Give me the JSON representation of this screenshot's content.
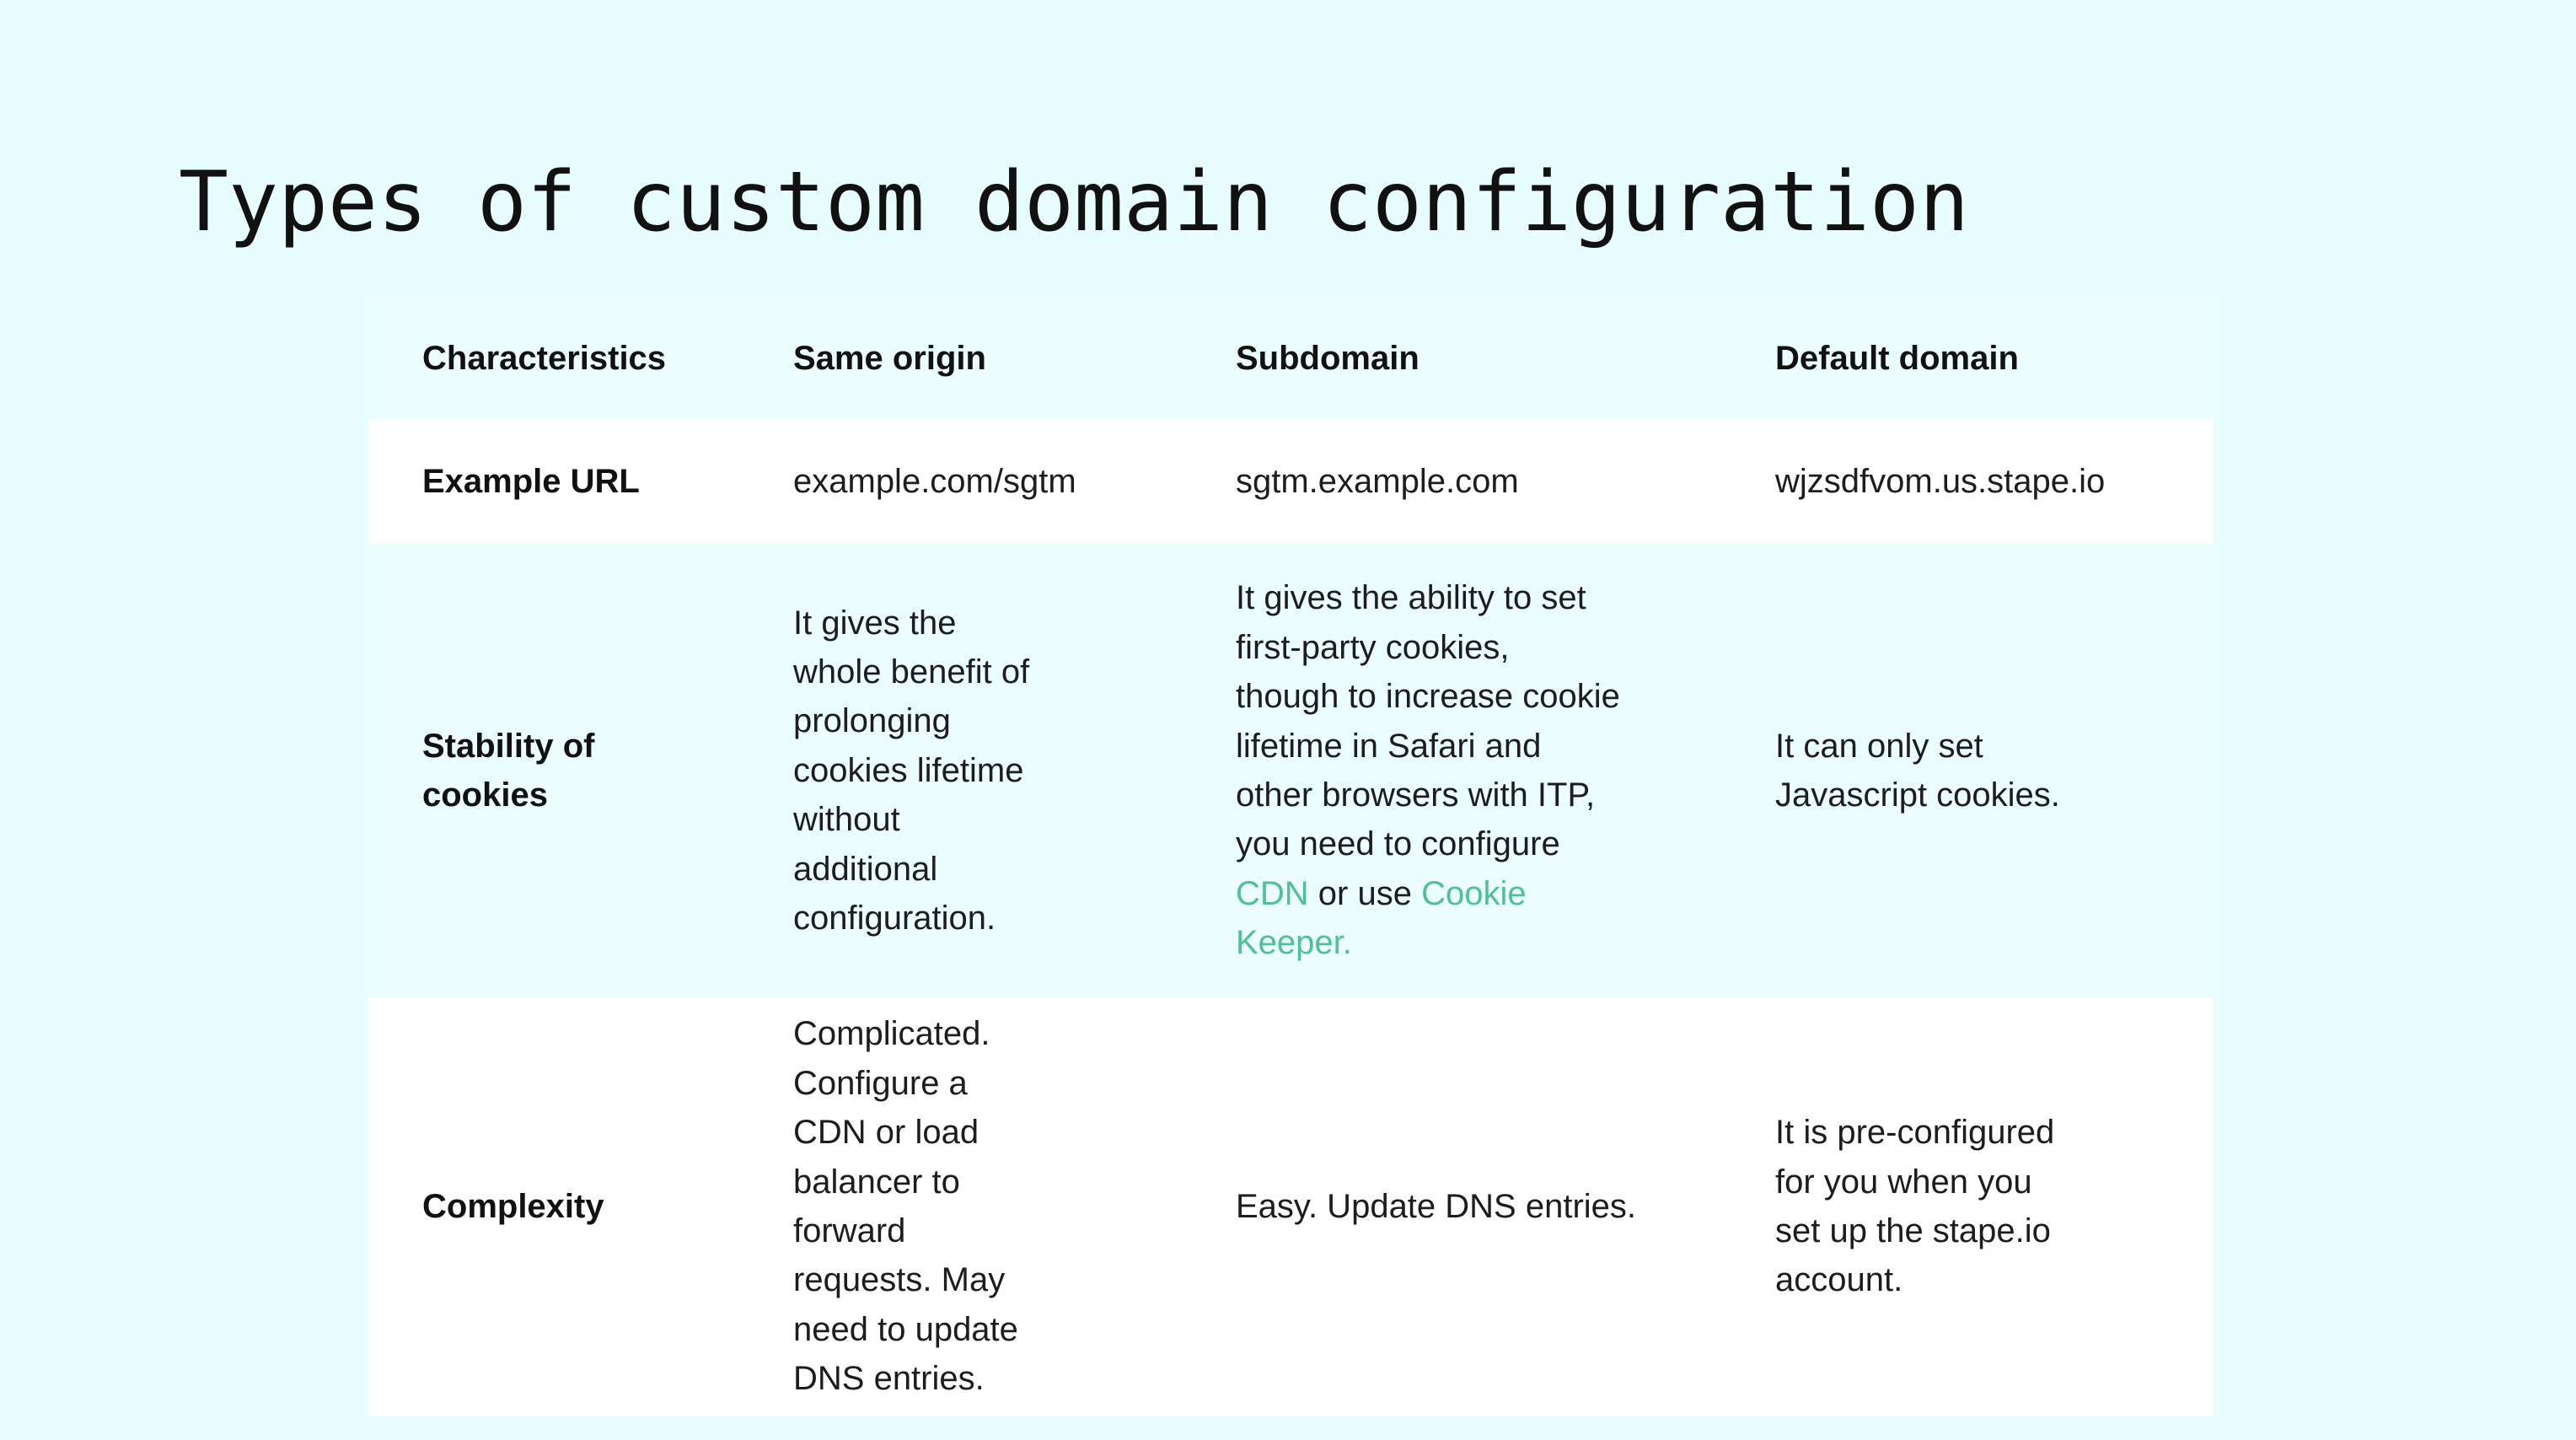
{
  "slide": {
    "title": "Types of custom domain configuration",
    "background_color": "#e8fdfd",
    "card_color": "#ffffff",
    "band_color": "#ebfdfd",
    "link_color": "#4fc195",
    "text_color": "#1d1d1f"
  },
  "table": {
    "headers": [
      "Characteristics",
      "Same origin",
      "Subdomain",
      "Default domain"
    ],
    "rows": [
      {
        "characteristic": "Example URL",
        "same_origin": "example.com/sgtm",
        "subdomain": "sgtm.example.com",
        "default_domain": "wjzsdfvom.us.stape.io"
      },
      {
        "characteristic": "Stability of cookies",
        "same_origin": "It gives the whole benefit of prolonging cookies lifetime without additional configuration.",
        "subdomain_pre": "It gives the ability to set first-party cookies, though to increase cookie lifetime in Safari and other browsers with ITP, you need to configure ",
        "subdomain_link1": "CDN",
        "subdomain_mid": " or use ",
        "subdomain_link2": "Cookie Keeper.",
        "default_domain": "It can only set Javascript cookies."
      },
      {
        "characteristic": "Complexity",
        "same_origin": "Complicated. Configure a CDN or load balancer to forward requests. May need to update DNS entries.",
        "subdomain": "Easy. Update DNS entries.",
        "default_domain": "It is pre-configured for you when you set up the stape.io account."
      }
    ]
  }
}
